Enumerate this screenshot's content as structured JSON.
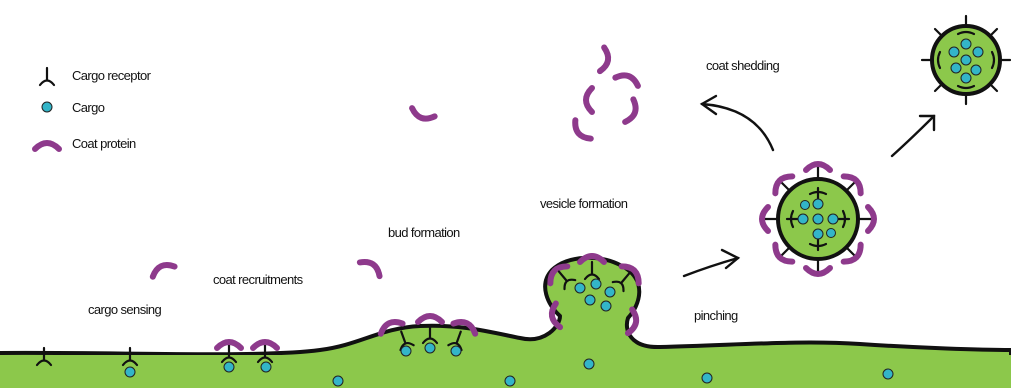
{
  "legend": {
    "receptor_label": "Cargo receptor",
    "cargo_label": "Cargo",
    "coat_label": "Coat protein"
  },
  "stages": {
    "cargo_sensing": "cargo sensing",
    "coat_recruitments": "coat recruitments",
    "bud_formation": "bud formation",
    "vesicle_formation": "vesicle formation",
    "pinching": "pinching",
    "coat_shedding": "coat shedding"
  },
  "colors": {
    "membrane_fill": "#8cc84b",
    "membrane_stroke": "#111111",
    "cargo": "#33b5c8",
    "coat_protein": "#8e3a8c"
  }
}
